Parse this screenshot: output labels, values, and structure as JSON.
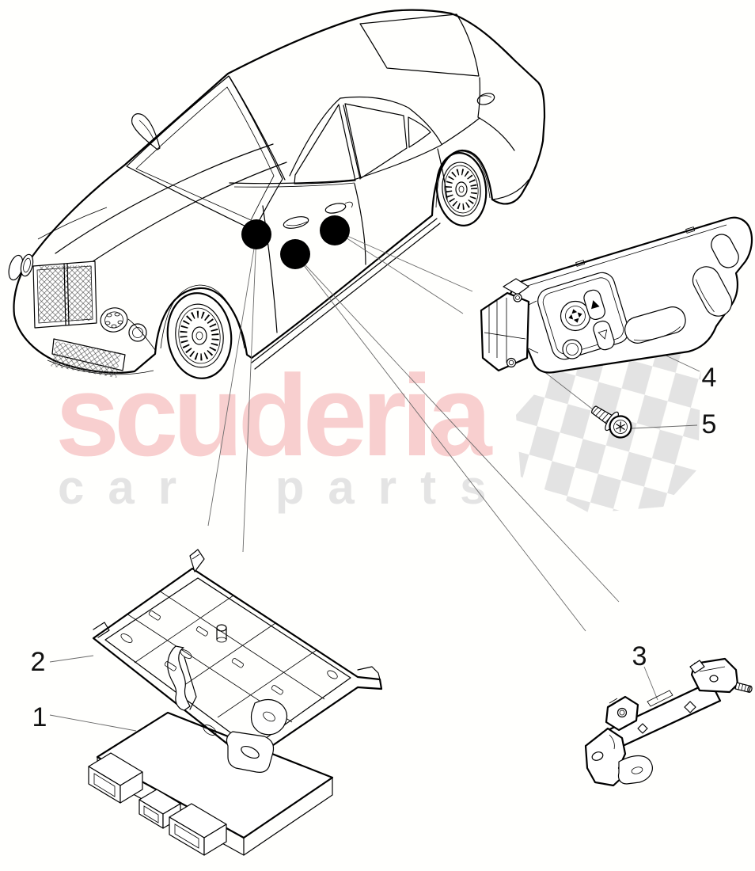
{
  "watermark": {
    "brand": "scuderia",
    "tagline": "car parts",
    "brand_color": "#f8cfcf",
    "tagline_color": "#e4e4e4"
  },
  "callouts": [
    {
      "num": "1"
    },
    {
      "num": "2"
    },
    {
      "num": "3"
    },
    {
      "num": "4"
    },
    {
      "num": "5"
    }
  ],
  "colors": {
    "line_art": "#000000",
    "leader_line": "#6a6a6a",
    "checker_flag": "#e3e3e3",
    "location_dot": "#000000",
    "background": "#ffffff"
  }
}
